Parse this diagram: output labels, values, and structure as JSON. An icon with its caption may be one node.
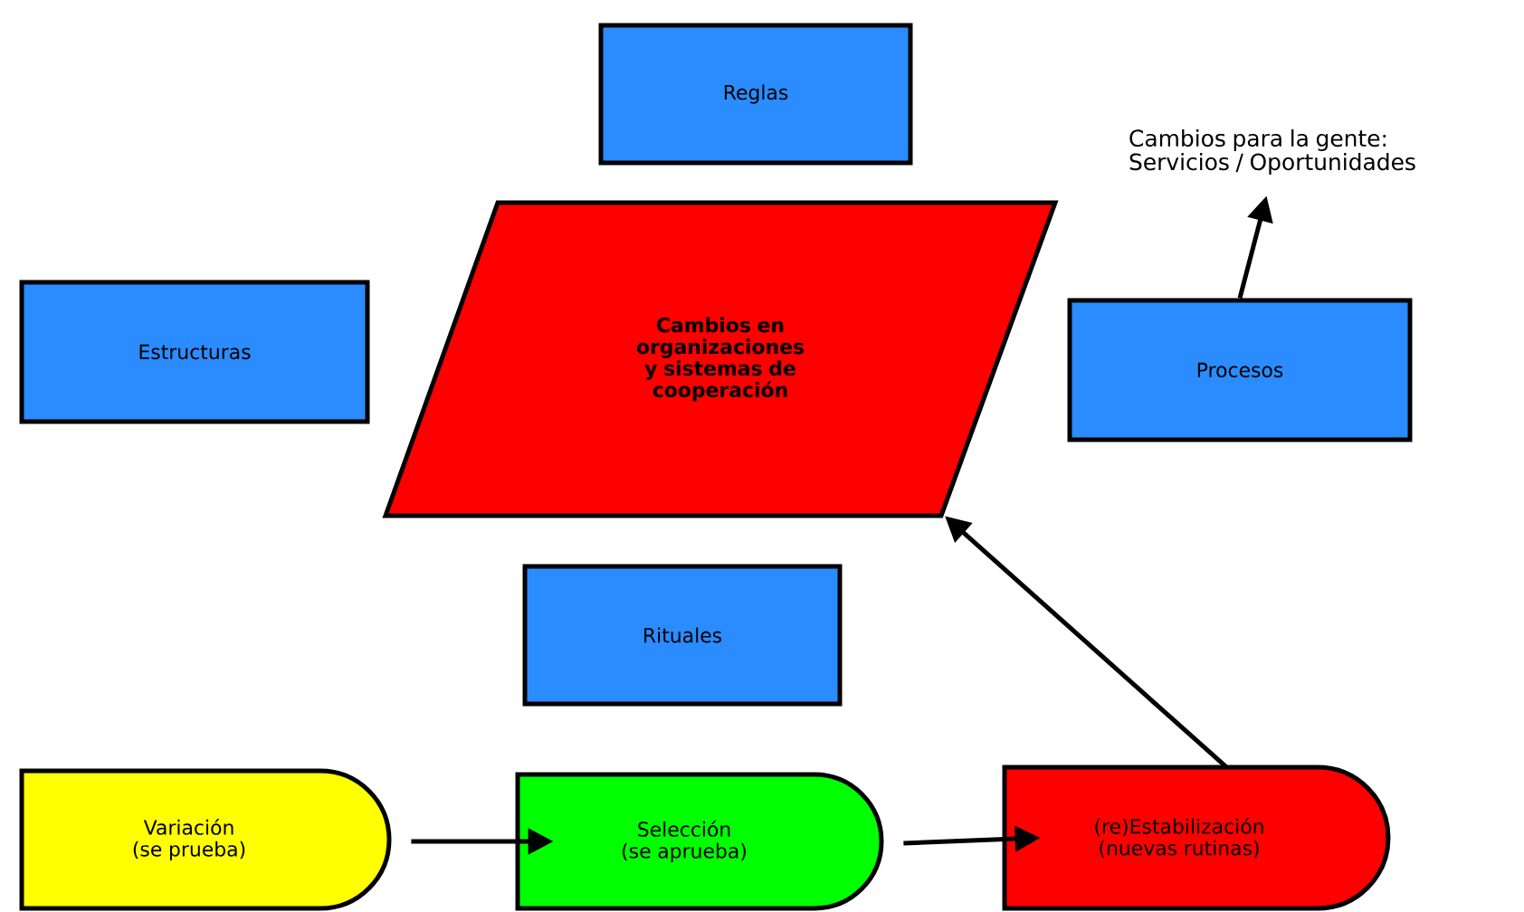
{
  "diagram": {
    "nodes": [
      {
        "text": [
          "Reglas"
        ]
      },
      {
        "text": [
          "Cambios en organizaciones y sistemas de cooperación"
        ]
      },
      {
        "text": [
          "Estructuras"
        ]
      },
      {
        "text": [
          "Procesos"
        ]
      },
      {
        "text": [
          "Cambios para la gente: Servicios / Oportunidades"
        ]
      },
      {
        "text": [
          "Rituales"
        ]
      },
      {
        "text": [
          "Variación (se prueba)"
        ]
      },
      {
        "text": [
          "Selección (se aprueba)"
        ]
      },
      {
        "text": [
          "(re)Estabilización (nuevas rutinas)"
        ]
      }
    ],
    "edges": [
      {
        "from": 6,
        "to": 7,
        "arrow": "to"
      },
      {
        "from": 7,
        "to": 8,
        "arrow": "to"
      },
      {
        "from": 8,
        "to": 1,
        "arrow": "to"
      },
      {
        "from": 3,
        "to": 4,
        "arrow": "to"
      }
    ]
  }
}
